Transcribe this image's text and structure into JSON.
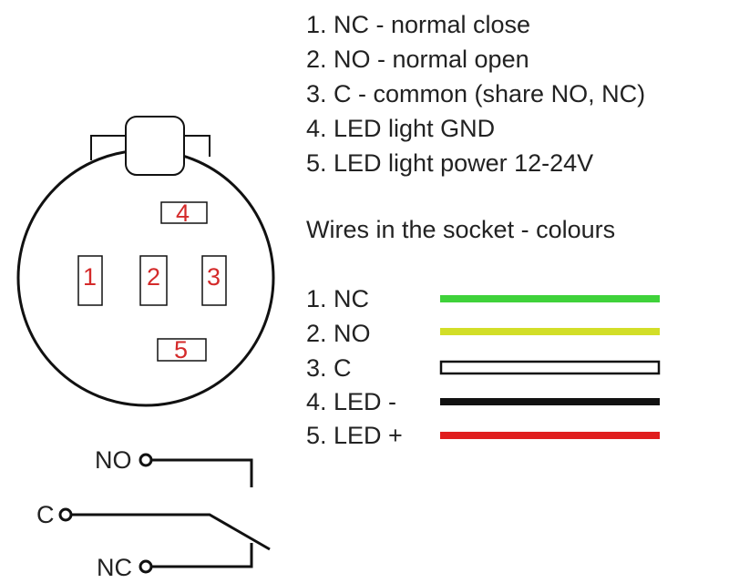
{
  "pin_legend": [
    "1. NC - normal close",
    "2. NO - normal open",
    "3. C - common (share NO, NC)",
    "4. LED light GND",
    "5. LED light power 12-24V"
  ],
  "wires_heading": "Wires in the socket - colours",
  "wires": [
    {
      "label": "1. NC",
      "color": "#3fd23a",
      "style": "solid"
    },
    {
      "label": "2. NO",
      "color": "#d2de28",
      "style": "solid"
    },
    {
      "label": "3. C",
      "color": "#ffffff",
      "style": "outline"
    },
    {
      "label": "4. LED -",
      "color": "#111111",
      "style": "solid"
    },
    {
      "label": "5. LED +",
      "color": "#e01e1e",
      "style": "solid"
    }
  ],
  "pins": {
    "p1": "1",
    "p2": "2",
    "p3": "3",
    "p4": "4",
    "p5": "5"
  },
  "switch": {
    "no": "NO",
    "c": "C",
    "nc": "NC"
  },
  "colors": {
    "pin_number": "#d42a2a",
    "outline": "#111111"
  }
}
